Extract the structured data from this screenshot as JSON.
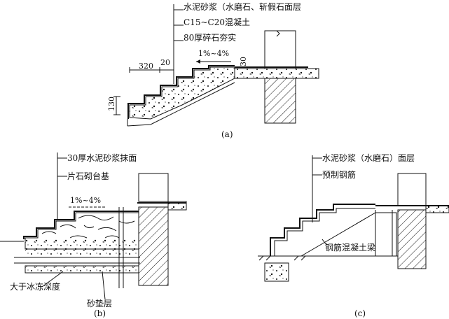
{
  "figure_a": {
    "label": "(a)",
    "callouts": [
      "水泥砂浆（水磨石、斩假石面层",
      "C15~C20混凝土",
      "80厚碎石夯实"
    ],
    "dims": {
      "tread": "320",
      "nosing": "20",
      "slope": "1%~4%",
      "top": "30",
      "riser": "130"
    }
  },
  "figure_b": {
    "label": "(b)",
    "callouts": [
      "30厚水泥砂浆抹面",
      "片石砌台基"
    ],
    "slope": "1%~4%",
    "bottom_labels": [
      "大于冰冻深度",
      "砂垫层"
    ]
  },
  "figure_c": {
    "label": "(c)",
    "callouts": [
      "水泥砂浆（水磨石）面层",
      "预制钢筋"
    ],
    "beam_label": "钢筋混凝土梁"
  }
}
